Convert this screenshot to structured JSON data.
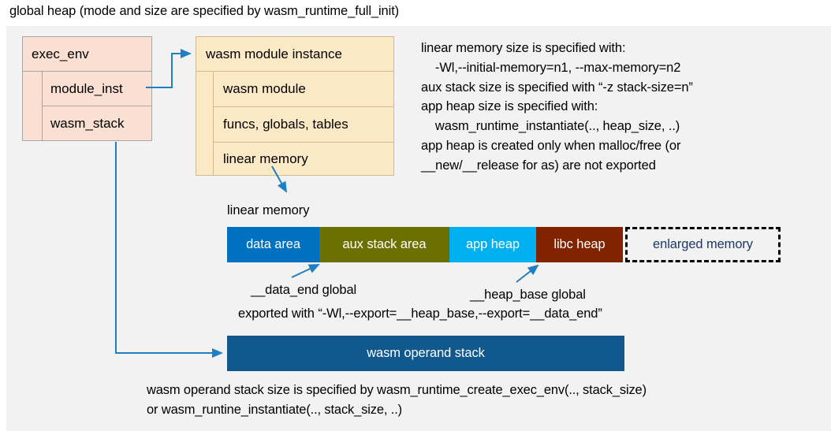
{
  "title": "global heap (mode and size are specified by wasm_runtime_full_init)",
  "exec_env": {
    "header": "exec_env",
    "rows": [
      {
        "label": "module_inst"
      },
      {
        "label": "wasm_stack"
      }
    ]
  },
  "module_instance": {
    "header": "wasm module instance",
    "rows": [
      {
        "label": "wasm module"
      },
      {
        "label": "funcs, globals, tables"
      },
      {
        "label": "linear memory"
      }
    ]
  },
  "notes": {
    "right": "linear memory size is specified with:\n    -Wl,--initial-memory=n1, --max-memory=n2\naux stack size is specified with “-z stack-size=n”\napp heap size is specified with:\n    wasm_runtime_instantiate(.., heap_size, ..)\napp heap is created only when malloc/free (or\n__new/__release for as) are not exported",
    "bottom": "wasm operand stack size is specified by wasm_runtime_create_exec_env(.., stack_size)\nor wasm_runtine_instantiate(.., stack_size, ..)"
  },
  "linear_memory": {
    "label": "linear memory",
    "segments": [
      {
        "label": "data area",
        "color": "#0070c0",
        "width": 117
      },
      {
        "label": "aux stack area",
        "color": "#6b7000",
        "width": 165
      },
      {
        "label": "app heap",
        "color": "#00b0f0",
        "width": 110
      },
      {
        "label": "libc heap",
        "color": "#822300",
        "width": 110
      },
      {
        "label": "enlarged memory",
        "color": "#f2f2f2",
        "width": 197
      }
    ]
  },
  "annotations": {
    "data_end": "__data_end global",
    "heap_base": "__heap_base global",
    "exported": "exported with “-Wl,--export=__heap_base,--export=__data_end”"
  },
  "operand_stack": {
    "label": "wasm operand stack",
    "color": "#11588f"
  },
  "colors": {
    "panel_background": "#f2f2f2",
    "exec_env_fill": "#fadfd3",
    "module_fill": "#fce9c6",
    "connector": "#1f7ec4",
    "enlarged_text": "#1f3864"
  }
}
